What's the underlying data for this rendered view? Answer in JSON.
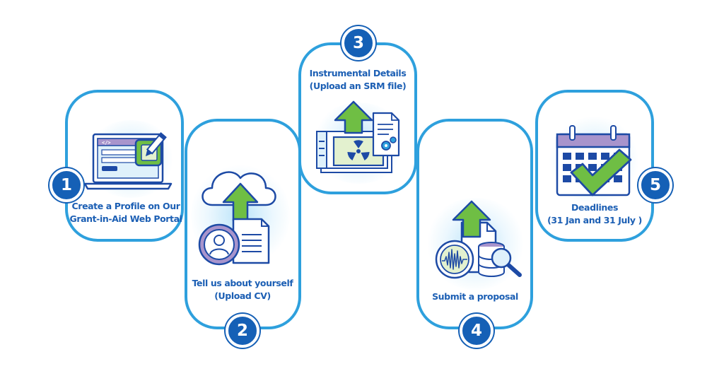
{
  "steps": [
    {
      "number": "1",
      "lines": [
        "Create a Profile on Our",
        "Grant-in-Aid Web Portal"
      ],
      "icon": "laptop-form-pencil-icon"
    },
    {
      "number": "2",
      "lines": [
        "Tell us about yourself",
        "(Upload CV)"
      ],
      "icon": "cloud-upload-cv-icon"
    },
    {
      "number": "3",
      "lines": [
        "Instrumental Details",
        "(Upload an SRM file)"
      ],
      "icon": "upload-srm-file-icon"
    },
    {
      "number": "4",
      "lines": [
        "Submit a proposal"
      ],
      "icon": "submit-proposal-data-icon"
    },
    {
      "number": "5",
      "lines": [
        "Deadlines",
        "(31 Jan and 31 July )"
      ],
      "icon": "calendar-check-icon"
    }
  ],
  "laptop_code_tag": "</>",
  "colors": {
    "card_border": "#2ea0dd",
    "number_badge": "#1560b6",
    "label_text": "#1c5fb4",
    "arrow_green": "#6fbe44",
    "outline_blue": "#1d4aa5",
    "purple": "#a894cc",
    "light_green": "#e3f1cf",
    "light_blue": "#dff1fb"
  }
}
